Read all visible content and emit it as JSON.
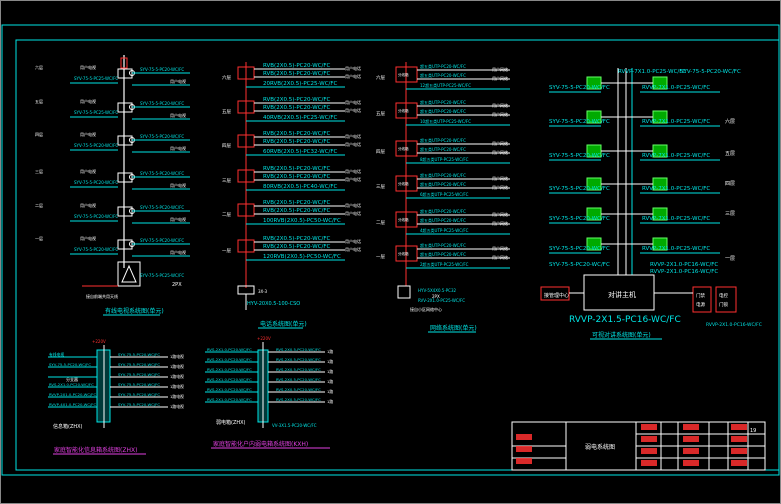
{
  "col1": {
    "trunk_labels": [
      "SYV-75-5-PC25-WC/FC",
      "SYV-75-5-PC25-WC/FC",
      "SYV-75-5-PC20-WC/FC",
      "SYV-75-5-PC20-WC/FC",
      "SYV-75-5-PC20-WC/FC",
      "SYV-75-5-PC20-WC/FC"
    ],
    "branch_labels": [
      "SYV-75-5-PC20-WC/FC",
      "SYV-75-5-PC20-WC/FC",
      "SYV-75-5-PC20-WC/FC",
      "SYV-75-5-PC20-WC/FC",
      "SYV-75-5-PC20-WC/FC",
      "SYV-75-5-PC20-WC/FC"
    ],
    "bottom_label": "SYV-75-5-PC25-WC/FC",
    "box_label": "2PX",
    "caption": "有线电视系统图(单元)"
  },
  "col2": {
    "cables": [
      "RVB(2X0.5)-PC20-WC/FC",
      "RVB(2X0.5)-PC20-WC/FC",
      "20RVB(2X0.5)-PC25-WC/FC",
      "RVB(2X0.5)-PC20-WC/FC",
      "RVB(2X0.5)-PC20-WC/FC",
      "40RVB(2X0.5)-PC25-WC/FC",
      "RVB(2X0.5)-PC20-WC/FC",
      "RVB(2X0.5)-PC20-WC/FC",
      "60RVB(2X0.5)-PC32-WC/FC",
      "RVB(2X0.5)-PC20-WC/FC",
      "RVB(2X0.5)-PC20-WC/FC",
      "80RVB(2X0.5)-PC40-WC/FC",
      "RVB(2X0.5)-PC20-WC/FC",
      "RVB(2X0.5)-PC20-WC/FC",
      "100RVB(2X0.5)-PC50-WC/FC",
      "RVB(2X0.5)-PC20-WC/FC",
      "RVB(2X0.5)-PC20-WC/FC",
      "120RVB(2X0.5)-PC50-WC/FC"
    ],
    "bottom_cable": "HYV-20X0.5-100-CSO",
    "caption": "电话系统图(单元)"
  },
  "col4": {
    "top_labels": [
      "RVVP-7X1.0-PC25-WC/FC",
      "SYV-75-5-PC20-WC/FC"
    ],
    "left_labels": [
      "SYV-75-5-PC20-WC/FC",
      "SYV-75-5-PC20-WC/FC",
      "SYV-75-5-PC20-WC/FC",
      "SYV-75-5-PC20-WC/FC",
      "SYV-75-5-PC20-WC/FC",
      "SYV-75-5-PC20-WC/FC",
      "SYV-75-5-PC20-WC/FC"
    ],
    "right_labels": [
      "RVVP-7X1.0-PC25-WC/FC",
      "RVVP-7X1.0-PC25-WC/FC",
      "RVVP-7X1.0-PC25-WC/FC",
      "RVVP-7X1.0-PC25-WC/FC",
      "RVVP-7X1.0-PC25-WC/FC",
      "RVVP-7X1.0-PC25-WC/FC",
      "RVVP-2X1.0-PC16-WC/FC",
      "RVVP-2X1.0-PC16-WC/FC"
    ],
    "main_box": "对讲主机",
    "bus": "RVVP-2X1.5-PC16-WC/FC",
    "bottom_right": "RVVP-2X1.0-PC16-WC/FC",
    "caption": "可视对讲系统图(单元)"
  },
  "zhx": {
    "caption": "家庭智能化信息箱系统图(ZHX)",
    "box_label": "信息箱(ZHX)"
  },
  "kxh": {
    "caption": "家庭智能化户内弱电箱系统图(KXH)",
    "box_label": "弱电箱(ZHX)"
  },
  "title_block": {
    "drawing_name": "弱电系统图",
    "sheet_no": "19"
  }
}
